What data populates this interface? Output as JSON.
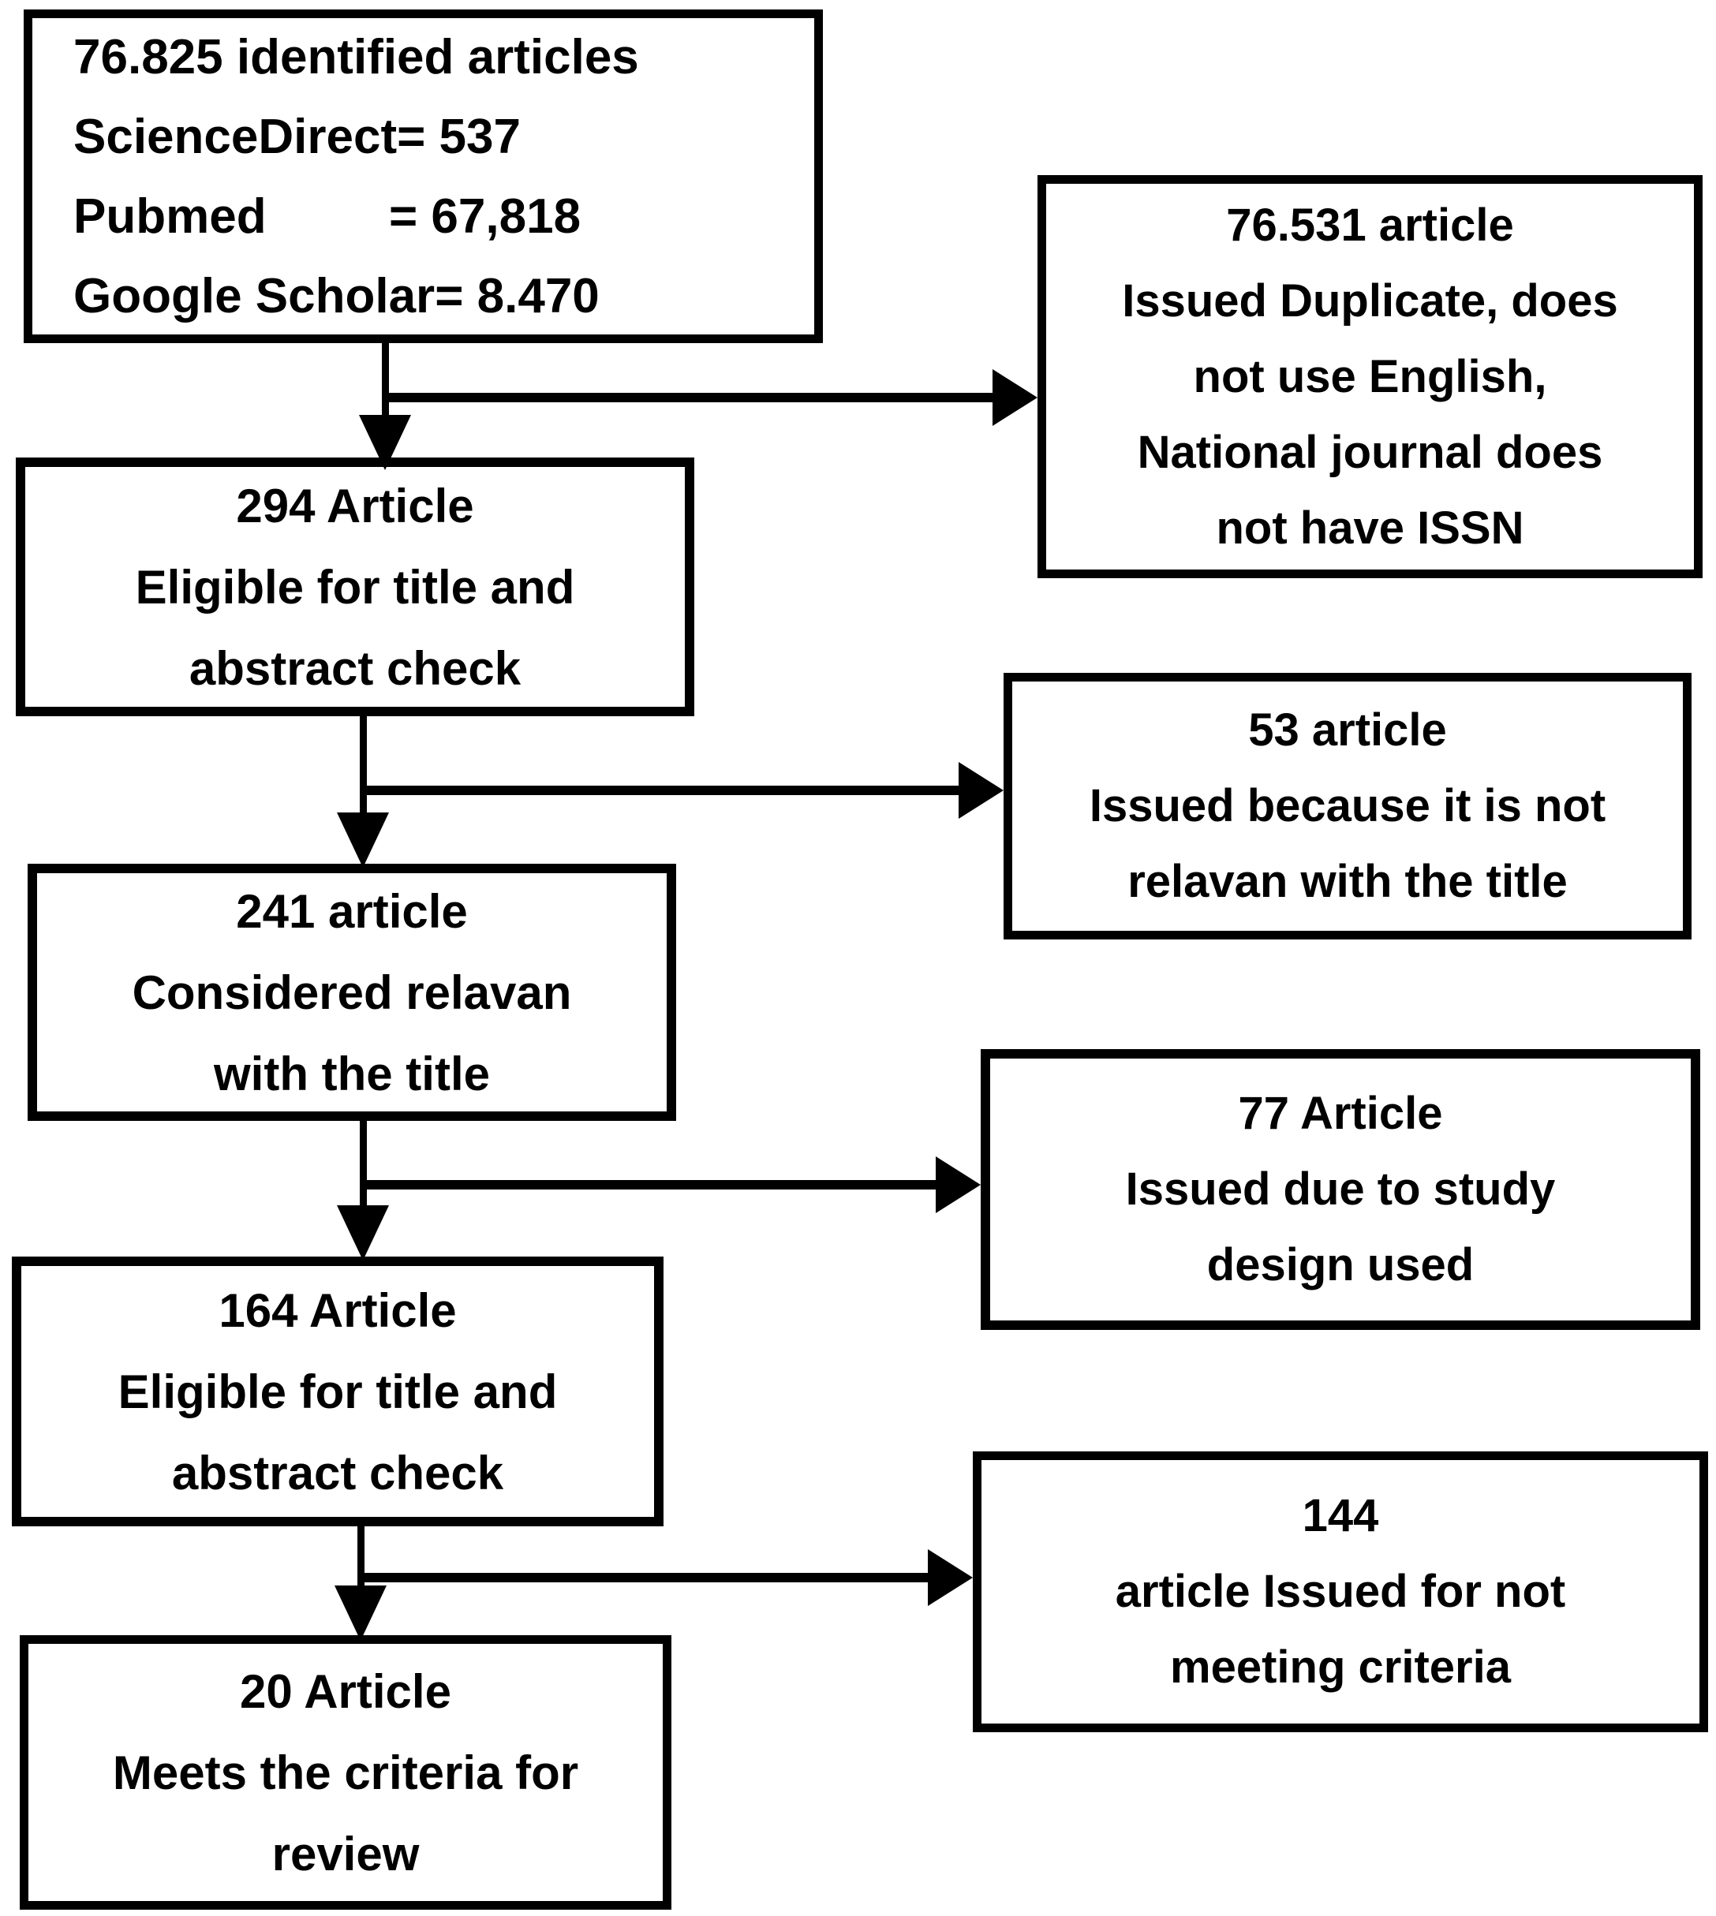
{
  "diagram": {
    "background_color": "#ffffff",
    "line_color": "#000000",
    "boxes": {
      "identified": {
        "title": "76.825 identified articles",
        "sources": [
          {
            "label": "ScienceDirect",
            "value": "= 537"
          },
          {
            "label": "Pubmed",
            "value": "= 67,818"
          },
          {
            "label": "Google Scholar",
            "value": "= 8.470"
          }
        ]
      },
      "excluded_initial": {
        "lines": [
          "76.531 article",
          "Issued Duplicate, does",
          "not use English,",
          "National journal does",
          "not have ISSN"
        ]
      },
      "eligible_title_abstract_1": {
        "lines": [
          "294 Article",
          "Eligible for title and",
          "abstract check"
        ]
      },
      "excluded_not_relevant": {
        "lines": [
          "53 article",
          "Issued because it is not",
          "relavan with the title"
        ]
      },
      "considered_relevant": {
        "lines": [
          "241 article",
          "Considered relavan",
          "with the title"
        ]
      },
      "excluded_study_design": {
        "lines": [
          "77 Article",
          "Issued due to study",
          "design used"
        ]
      },
      "eligible_title_abstract_2": {
        "lines": [
          "164 Article",
          "Eligible for title and",
          "abstract check"
        ]
      },
      "excluded_criteria": {
        "lines": [
          "144",
          "article Issued for not",
          "meeting criteria"
        ]
      },
      "final_review": {
        "lines": [
          "20 Article",
          "Meets the criteria for",
          "review"
        ]
      }
    }
  }
}
